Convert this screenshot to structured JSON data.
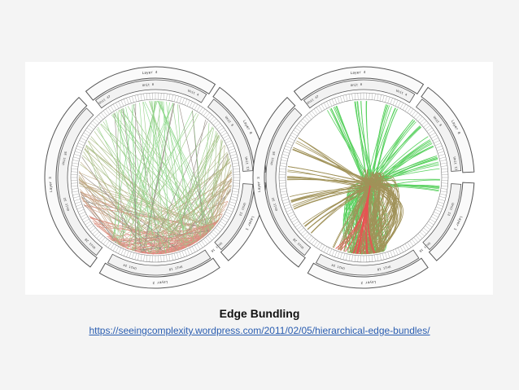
{
  "slide": {
    "caption": "Edge Bundling",
    "link_text": "https://seeingcomplexity.wordpress.com/2011/02/05/hierarchical-edge-bundles/"
  },
  "diagram": {
    "ring_labels": {
      "layers": [
        "Layer 4",
        "Layer 0",
        "Layer 1",
        "Layer 2",
        "Layer 3"
      ],
      "units": [
        "Unit 47",
        "Unit 0",
        "Unit 4",
        "Unit 8",
        "Unit 11",
        "Unit 12",
        "Unit 16",
        "Unit 18",
        "Unit 24",
        "Unit 28",
        "Unit 32",
        "Unit 36"
      ]
    },
    "colors": {
      "green": "#22c22a",
      "red": "#e01a1a",
      "dark": "#3a2a1a",
      "ring_stroke": "#555555"
    }
  }
}
